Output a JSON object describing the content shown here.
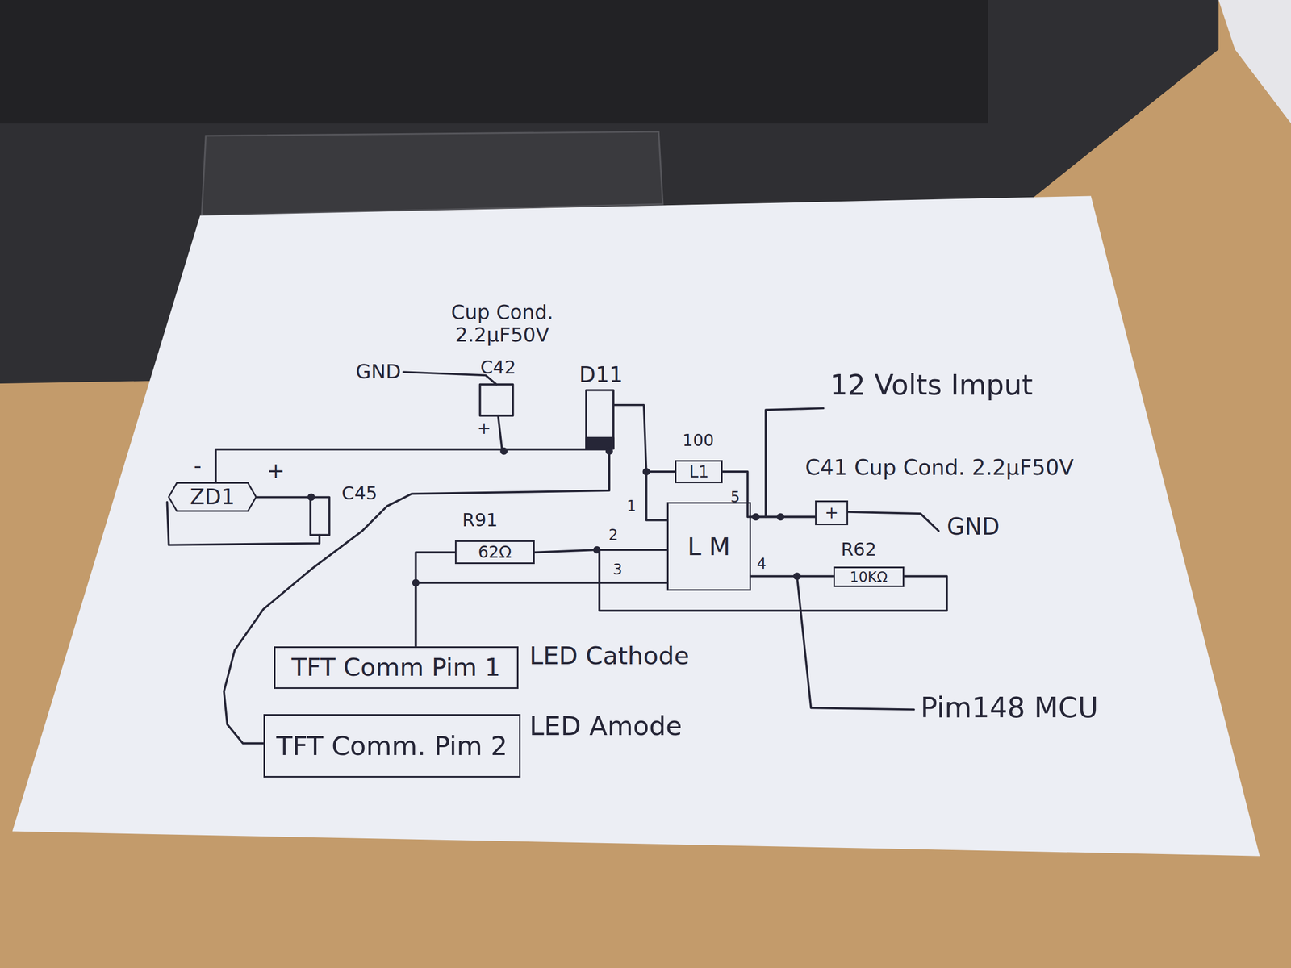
{
  "diagram": {
    "nodes": [
      {
        "text": [
          "ZD1"
        ]
      },
      {
        "text": [
          "L1"
        ]
      },
      {
        "text": [
          "+"
        ]
      },
      {
        "text": [
          "L M"
        ]
      },
      {
        "text": [
          "62Ω"
        ]
      },
      {
        "text": [
          "10KΩ"
        ]
      },
      {
        "text": [
          "TFT Comm Pim 1"
        ]
      },
      {
        "text": [
          "TFT Comm. Pim 2"
        ]
      }
    ],
    "edges": [
      {
        "from": 1,
        "to": 3,
        "arrow": "none"
      },
      {
        "from": 1,
        "to": 2,
        "arrow": "none"
      },
      {
        "from": 3,
        "to": 2,
        "arrow": "none"
      },
      {
        "from": 3,
        "to": 4,
        "arrow": "none"
      },
      {
        "from": 4,
        "to": 6,
        "arrow": "none"
      },
      {
        "from": 3,
        "to": 6,
        "arrow": "none"
      },
      {
        "from": 3,
        "to": 5,
        "arrow": "none"
      },
      {
        "from": 5,
        "to": 3,
        "arrow": "none"
      },
      {
        "from": 0,
        "to": 7,
        "arrow": "none"
      }
    ],
    "labels": [
      "Cup Cond. 2.2µF50V",
      "GND",
      "C42",
      "+",
      "D11",
      "100",
      "12 Volts Imput",
      "C41 Cup Cond. 2.2µF50V",
      "GND",
      "R91",
      "R62",
      "C45",
      "-",
      "+",
      "1",
      "2",
      "3",
      "4",
      "5",
      "LED Cathode",
      "LED Amode",
      "Pim148 MCU"
    ]
  }
}
